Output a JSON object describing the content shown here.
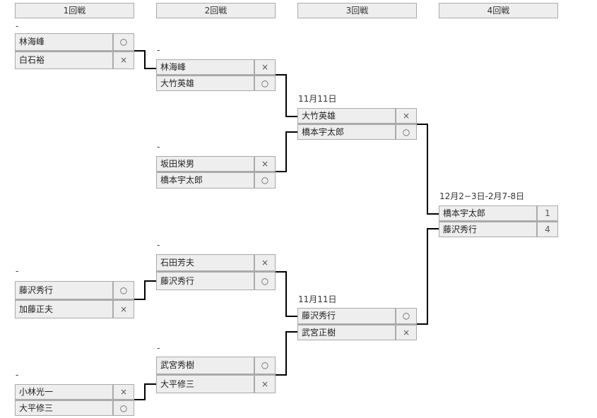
{
  "rounds": [
    {
      "title": "1回戦"
    },
    {
      "title": "2回戦"
    },
    {
      "title": "3回戦"
    },
    {
      "title": "4回戦"
    }
  ],
  "matches": {
    "r1m1": {
      "label": "-",
      "players": [
        {
          "name": "林海峰",
          "result": "○"
        },
        {
          "name": "白石裕",
          "result": "×"
        }
      ]
    },
    "r1m2": {
      "label": "-",
      "players": [
        {
          "name": "藤沢秀行",
          "result": "○"
        },
        {
          "name": "加藤正夫",
          "result": "×"
        }
      ]
    },
    "r1m3": {
      "label": "-",
      "players": [
        {
          "name": "小林光一",
          "result": "×"
        },
        {
          "name": "大平修三",
          "result": "○"
        }
      ]
    },
    "r2m1": {
      "label": "-",
      "players": [
        {
          "name": "林海峰",
          "result": "×"
        },
        {
          "name": "大竹英雄",
          "result": "○"
        }
      ]
    },
    "r2m2": {
      "label": "-",
      "players": [
        {
          "name": "坂田栄男",
          "result": "×"
        },
        {
          "name": "橋本宇太郎",
          "result": "○"
        }
      ]
    },
    "r2m3": {
      "label": "-",
      "players": [
        {
          "name": "石田芳夫",
          "result": "×"
        },
        {
          "name": "藤沢秀行",
          "result": "○"
        }
      ]
    },
    "r2m4": {
      "label": "-",
      "players": [
        {
          "name": "武宮秀樹",
          "result": "○"
        },
        {
          "name": "大平修三",
          "result": "×"
        }
      ]
    },
    "r3m1": {
      "label": "11月11日",
      "players": [
        {
          "name": "大竹英雄",
          "result": "×"
        },
        {
          "name": "橋本宇太郎",
          "result": "○"
        }
      ]
    },
    "r3m2": {
      "label": "11月11日",
      "players": [
        {
          "name": "藤沢秀行",
          "result": "○"
        },
        {
          "name": "武宮正樹",
          "result": "×"
        }
      ]
    },
    "r4m1": {
      "label": "12月2−3日-2月7-8日",
      "players": [
        {
          "name": "橋本宇太郎",
          "result": "1"
        },
        {
          "name": "藤沢秀行",
          "result": "4"
        }
      ]
    }
  }
}
